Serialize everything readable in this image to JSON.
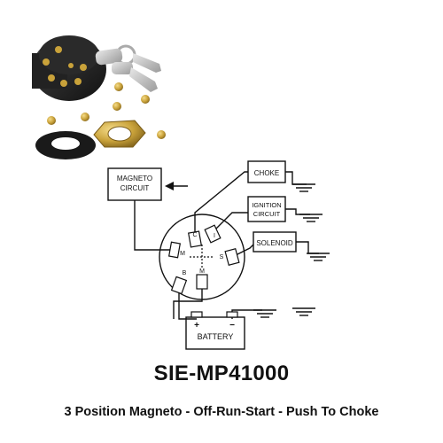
{
  "product": {
    "model": "SIE-MP41000",
    "description": "3 Position Magneto - Off-Run-Start - Push To Choke"
  },
  "diagram": {
    "magneto_line1": "MAGNETO",
    "magneto_line2": "CIRCUIT",
    "choke": "CHOKE",
    "ignition_line1": "IGNITION",
    "ignition_line2": "CIRCUIT",
    "solenoid": "SOLENOID",
    "battery": "BATTERY",
    "battery_plus": "+",
    "battery_minus": "−",
    "terminals": {
      "c": "C",
      "i": "I",
      "m_left": "M",
      "s": "S",
      "b": "B",
      "m_bottom": "M"
    }
  },
  "colors": {
    "line": "#111111",
    "switch_body": "#1a1a1a",
    "brass": "#c9a23a",
    "key": "#b8b8b8"
  }
}
